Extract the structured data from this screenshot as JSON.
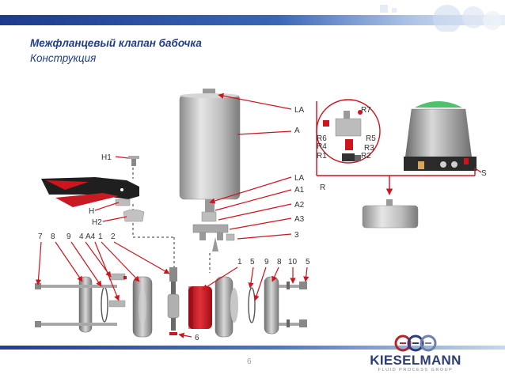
{
  "header": {
    "title": "Межфланцевый клапан бабочка",
    "subtitle": "Конструкция"
  },
  "labels": {
    "LA_top": "LA",
    "A_top": "A",
    "LA_mid": "LA",
    "A1": "A1",
    "A2": "A2",
    "A3": "A3",
    "n3": "3",
    "H1": "H1",
    "H": "H",
    "H2": "H2",
    "R7": "R7",
    "R6": "R6",
    "R5": "R5",
    "R4": "R4",
    "R3": "R3",
    "R1": "R1",
    "R2": "R2",
    "R": "R",
    "S": "S",
    "p7": "7",
    "p8a": "8",
    "p9a": "9",
    "p4": "4",
    "pA4": "A4",
    "p1a": "1",
    "p2": "2",
    "p1b": "1",
    "p5a": "5",
    "p9b": "9",
    "p8b": "8",
    "p10": "10",
    "p5b": "5",
    "p6": "6"
  },
  "footer": {
    "page_number": "6",
    "logo_text": "KIESELMANN",
    "logo_subtext": "FLUID PROCESS GROUP"
  },
  "colors": {
    "title": "#1e3e8a",
    "accent_red": "#d0141e",
    "bar_blue": "#1f3f8f"
  }
}
